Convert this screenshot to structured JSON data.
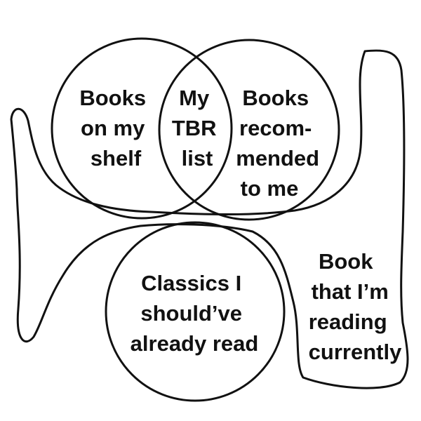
{
  "regions": {
    "shelf": {
      "lines": [
        "Books",
        "on my",
        "shelf"
      ]
    },
    "tbr": {
      "lines": [
        "My",
        "TBR",
        "list"
      ]
    },
    "recommended": {
      "lines": [
        "Books",
        "recom-",
        "mended",
        "to me"
      ]
    },
    "classics": {
      "lines": [
        "Classics I",
        "should’ve",
        "already read"
      ]
    },
    "current": {
      "lines": [
        "Book",
        "that I’m",
        "reading",
        "currently"
      ]
    }
  },
  "colors": {
    "ink": "#111111",
    "background": "#ffffff"
  }
}
